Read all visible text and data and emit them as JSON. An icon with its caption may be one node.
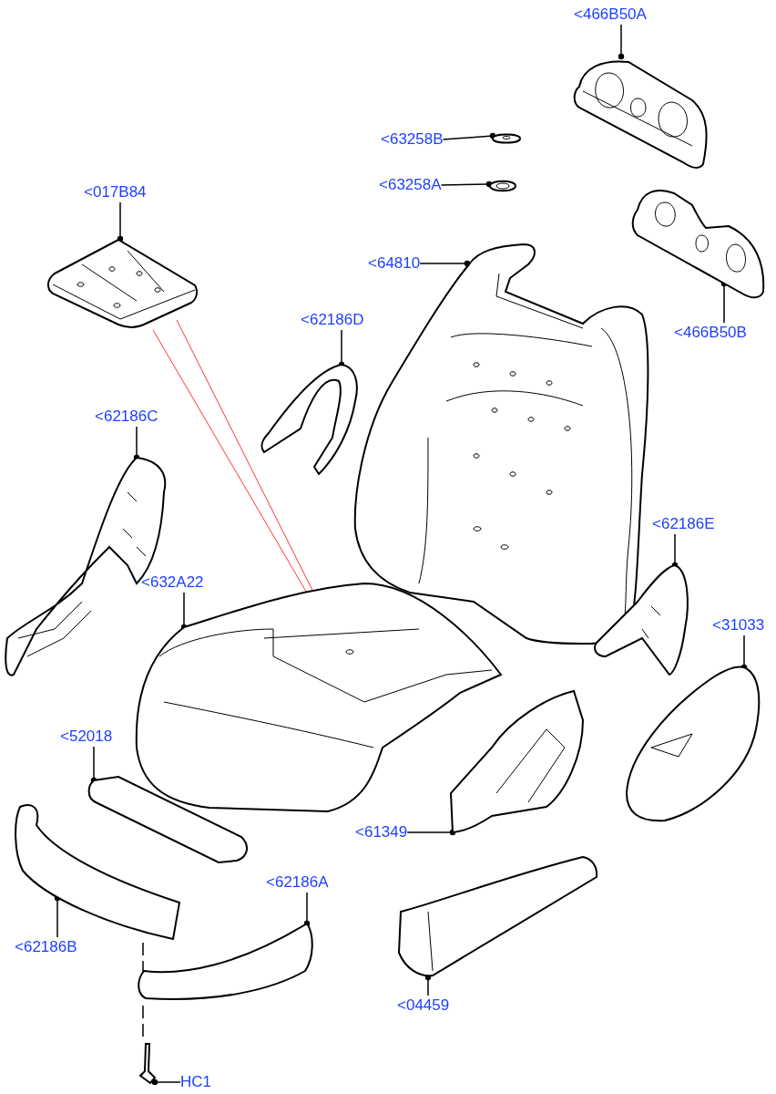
{
  "diagram": {
    "nodes": [
      {
        "text": [
          "<466B50A"
        ]
      },
      {
        "text": [],
        "shape": "picture"
      },
      {
        "text": [
          "<63258B"
        ]
      },
      {
        "text": [],
        "shape": "picture"
      },
      {
        "text": [
          "<63258A"
        ]
      },
      {
        "text": [],
        "shape": "picture"
      },
      {
        "text": [
          "<017B84"
        ]
      },
      {
        "text": [],
        "shape": "picture"
      },
      {
        "text": [
          "<64810"
        ]
      },
      {
        "text": [],
        "shape": "picture"
      },
      {
        "text": [
          "<62186D"
        ]
      },
      {
        "text": [],
        "shape": "picture"
      },
      {
        "text": [
          "<466B50B"
        ]
      },
      {
        "text": [],
        "shape": "picture"
      },
      {
        "text": [
          "<62186C"
        ]
      },
      {
        "text": [],
        "shape": "picture"
      },
      {
        "text": [
          "<62186E"
        ]
      },
      {
        "text": [],
        "shape": "picture"
      },
      {
        "text": [
          "<632A22"
        ]
      },
      {
        "text": [],
        "shape": "picture"
      },
      {
        "text": [
          "<31033"
        ]
      },
      {
        "text": [],
        "shape": "picture"
      },
      {
        "text": [
          "<52018"
        ]
      },
      {
        "text": [],
        "shape": "picture"
      },
      {
        "text": [
          "<61349"
        ]
      },
      {
        "text": [],
        "shape": "picture"
      },
      {
        "text": [
          "<62186A"
        ]
      },
      {
        "text": [],
        "shape": "picture"
      },
      {
        "text": [
          "<62186B"
        ]
      },
      {
        "text": [],
        "shape": "picture"
      },
      {
        "text": [
          "<04459"
        ]
      },
      {
        "text": [],
        "shape": "picture"
      },
      {
        "text": [
          "HC1"
        ]
      },
      {
        "text": [],
        "shape": "picture"
      }
    ],
    "edges": [
      {
        "from": 0,
        "to": 1,
        "arrow": "other"
      },
      {
        "from": 2,
        "to": 3,
        "arrow": "other"
      },
      {
        "from": 4,
        "to": 5,
        "arrow": "other"
      },
      {
        "from": 6,
        "to": 7,
        "arrow": "other"
      },
      {
        "from": 8,
        "to": 9,
        "arrow": "other"
      },
      {
        "from": 10,
        "to": 11,
        "arrow": "other"
      },
      {
        "from": 12,
        "to": 13,
        "arrow": "other"
      },
      {
        "from": 14,
        "to": 15,
        "arrow": "other"
      },
      {
        "from": 16,
        "to": 17,
        "arrow": "other"
      },
      {
        "from": 18,
        "to": 19,
        "arrow": "other"
      },
      {
        "from": 20,
        "to": 21,
        "arrow": "other"
      },
      {
        "from": 22,
        "to": 23,
        "arrow": "other"
      },
      {
        "from": 24,
        "to": 25,
        "arrow": "other"
      },
      {
        "from": 26,
        "to": 27,
        "arrow": "other"
      },
      {
        "from": 28,
        "to": 29,
        "arrow": "other"
      },
      {
        "from": 30,
        "to": 31,
        "arrow": "other"
      },
      {
        "from": 32,
        "to": 33,
        "arrow": "other"
      },
      {
        "from": 7,
        "to": 19,
        "arrow": "none",
        "color": "#ff0000"
      },
      {
        "from": 7,
        "to": 19,
        "arrow": "none",
        "color": "#ff0000"
      },
      {
        "from": 29,
        "to": 27,
        "arrow": "none",
        "style": "dashed"
      },
      {
        "from": 27,
        "to": 33,
        "arrow": "none",
        "style": "dashed"
      }
    ]
  }
}
